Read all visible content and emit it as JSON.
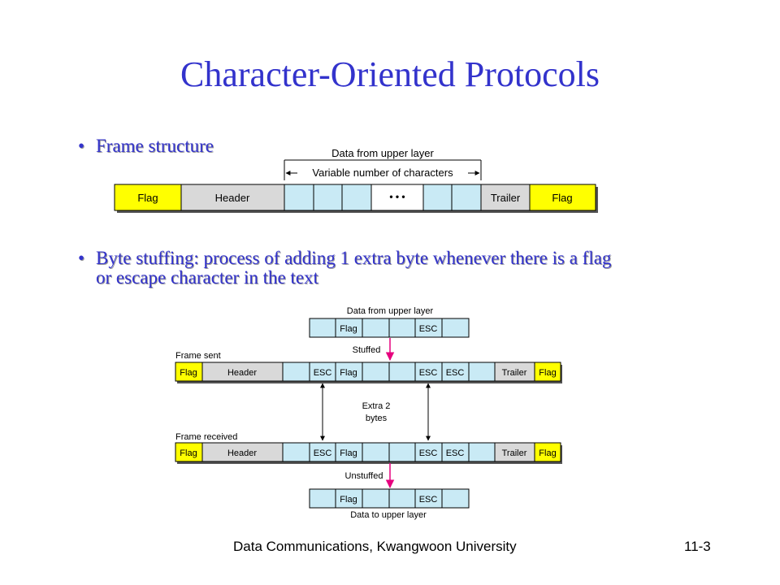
{
  "title": "Character-Oriented Protocols",
  "bullets": {
    "frame_structure": "Frame structure",
    "byte_stuffing_line1": "Byte stuffing: process of adding 1 extra byte whenever there is a flag",
    "byte_stuffing_line2": "or escape character in the text",
    "marker": "•"
  },
  "frame_diagram": {
    "data_from_upper_layer": "Data from upper layer",
    "variable_chars": "Variable number of characters",
    "flag": "Flag",
    "header": "Header",
    "ellipsis": "• • •",
    "trailer": "Trailer"
  },
  "stuffing_diagram": {
    "data_from_upper_layer": "Data from upper layer",
    "stuffed": "Stuffed",
    "frame_sent": "Frame sent",
    "extra_line1": "Extra 2",
    "extra_line2": "bytes",
    "frame_received": "Frame received",
    "unstuffed": "Unstuffed",
    "data_to_upper_layer": "Data to upper layer",
    "flag": "Flag",
    "esc": "ESC",
    "header": "Header",
    "trailer": "Trailer"
  },
  "colors": {
    "title": "#3333cc",
    "flag_yellow": "#ffff00",
    "header_gray": "#d9d9d9",
    "data_blue": "#c9eaf5",
    "arrow_magenta": "#e6007e"
  },
  "footer": {
    "center": "Data Communications, Kwangwoon University",
    "right": "11-3"
  }
}
